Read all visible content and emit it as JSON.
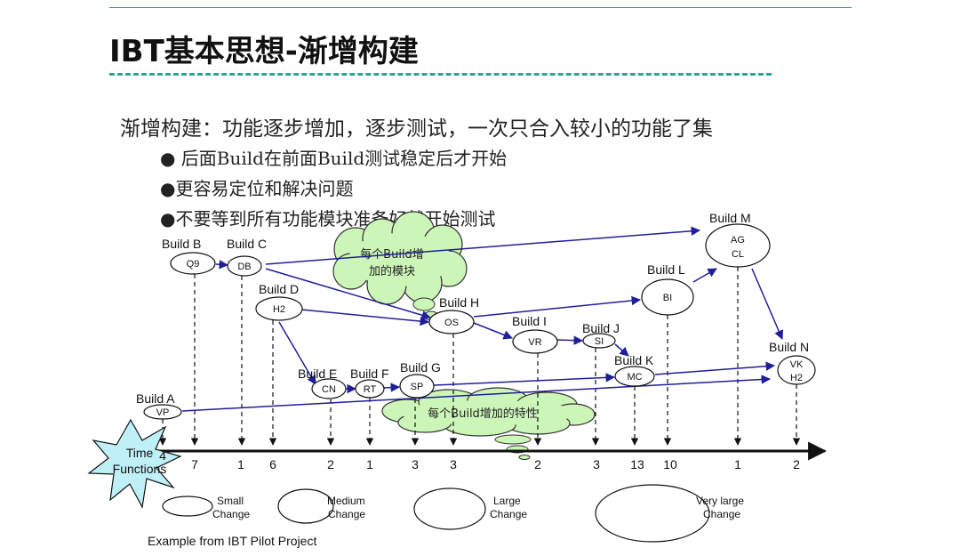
{
  "title": "IBT基本思想-渐增构建",
  "intro": "渐增构建：功能逐步增加，逐步测试，一次只合入较小的功能了集",
  "bullets": [
    "● 后面Build在前面Build测试稳定后才开始",
    "●更容易定位和解决问题",
    "●不要等到所有功能模块准备好就开始测试"
  ],
  "builds": {
    "a": {
      "label": "Build A",
      "code": "VP",
      "count": "4"
    },
    "b": {
      "label": "Build B",
      "code": "Q9",
      "count": "7"
    },
    "c": {
      "label": "Build C",
      "code": "DB",
      "count": "1"
    },
    "d": {
      "label": "Build D",
      "code": "H2",
      "count": "6"
    },
    "e": {
      "label": "Build E",
      "code": "CN",
      "count": "2"
    },
    "f": {
      "label": "Build F",
      "code": "RT",
      "count": "1"
    },
    "g": {
      "label": "Build G",
      "code": "SP",
      "count": "3"
    },
    "h": {
      "label": "Build H",
      "code": "OS",
      "count": "3"
    },
    "i": {
      "label": "Build I",
      "code": "VR",
      "count": "2"
    },
    "j": {
      "label": "Build J",
      "code": "SI",
      "count": "3"
    },
    "k": {
      "label": "Build K",
      "code": "MC",
      "count": "13"
    },
    "l": {
      "label": "Build L",
      "code": "BI",
      "count": "10"
    },
    "m": {
      "label": "Build M",
      "code1": "AG",
      "code2": "CL",
      "count": "1"
    },
    "n": {
      "label": "Build N",
      "code1": "VK",
      "code2": "H2",
      "count": "2"
    }
  },
  "clouds": {
    "modules_line1": "每个Build增",
    "modules_line2": "加的模块",
    "features": "每个Build增加的特性"
  },
  "star": {
    "line1": "Time",
    "line2": "Functions"
  },
  "legend": {
    "small_1": "Small",
    "small_2": "Change",
    "medium_1": "Medium",
    "medium_2": "Change",
    "large_1": "Large",
    "large_2": "Change",
    "vlarge_1": "Very large",
    "vlarge_2": "Change"
  },
  "footer": "Example from IBT Pilot Project",
  "colors": {
    "arrow": "#1f1f9a",
    "cloud": "#ccf5b8",
    "star": "#bff0f8",
    "rule": "#2aa198"
  }
}
